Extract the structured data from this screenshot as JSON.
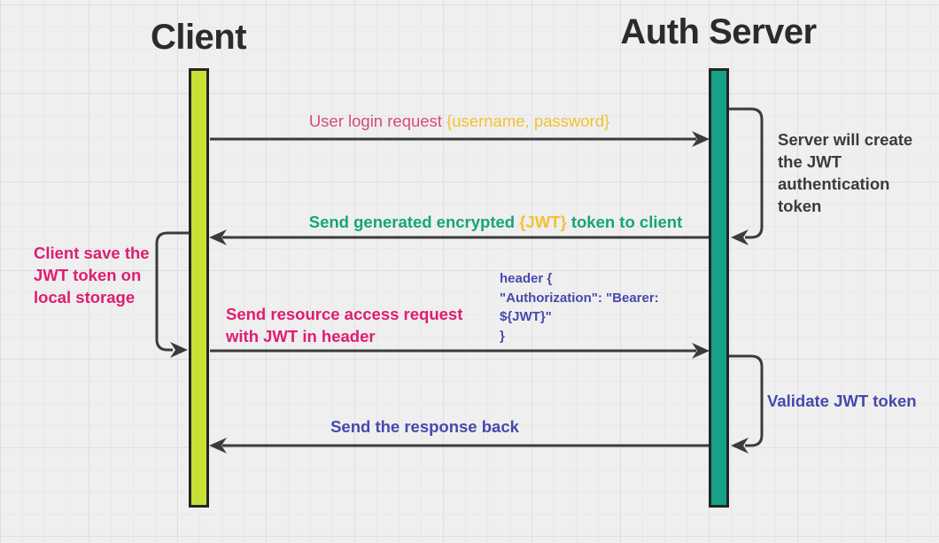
{
  "diagram": {
    "type": "sequence-diagram",
    "topic": "JWT authentication flow"
  },
  "actors": [
    {
      "name": "Client",
      "bar_color": "#c9e034"
    },
    {
      "name": "Auth Server",
      "bar_color": "#17a287"
    }
  ],
  "messages": {
    "user_login": {
      "from": "Client",
      "to": "Auth Server",
      "parts": [
        {
          "text": "User login request ",
          "color": "#d64a82"
        },
        {
          "text": "{username, password}",
          "color": "#f2c230"
        }
      ]
    },
    "send_jwt": {
      "from": "Auth Server",
      "to": "Client",
      "parts": [
        {
          "text": "Send generated encrypted ",
          "color": "#14a47c"
        },
        {
          "text": "{JWT}",
          "color": "#f2c230"
        },
        {
          "text": " token to client",
          "color": "#14a47c"
        }
      ]
    },
    "resource_request": {
      "from": "Client",
      "to": "Auth Server",
      "lines": [
        "Send resource access request",
        "with JWT in header"
      ],
      "color": "#df1d71"
    },
    "response": {
      "from": "Auth Server",
      "to": "Client",
      "text": "Send the response back",
      "color": "#4649ad"
    }
  },
  "notes": {
    "server_create": {
      "lines": [
        "Server will create",
        "the JWT",
        "authentication",
        "token"
      ],
      "color": "#3a3a3a"
    },
    "client_save": {
      "lines": [
        "Client save the",
        "JWT token on",
        "local storage"
      ],
      "color": "#df1d71"
    },
    "validate": {
      "text": "Validate JWT token",
      "color": "#4649ad"
    },
    "header_code": {
      "lines": [
        "header {",
        "\"Authorization\": \"Bearer:",
        "${JWT}\"",
        "}"
      ],
      "color": "#4649ad"
    }
  },
  "colors": {
    "background": "#efefef",
    "arrow": "#3b3b3b",
    "title_text": "#2b2b2b"
  }
}
